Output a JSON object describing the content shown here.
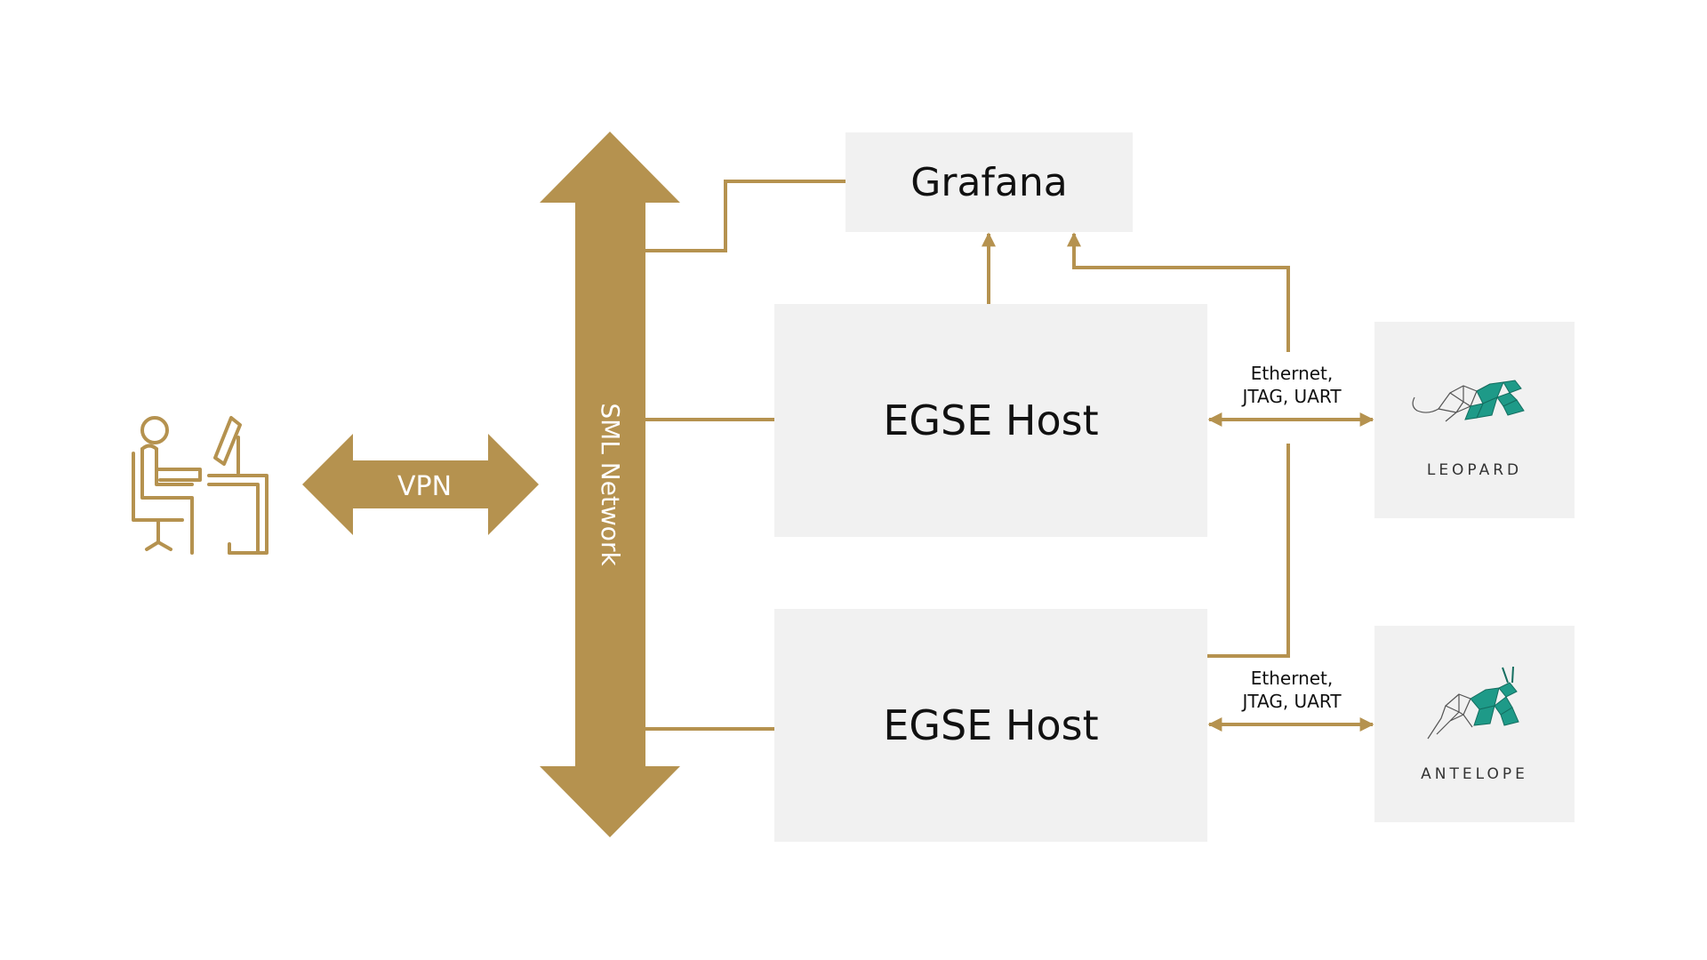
{
  "colors": {
    "accent": "#b5924f",
    "box_background": "#f1f1f1",
    "mascot_teal": "#1e9a88",
    "text": "#111111"
  },
  "diagram": {
    "operator": {
      "icon": "operator-at-workstation-icon"
    },
    "vpn": {
      "label": "VPN"
    },
    "network": {
      "label": "SML Network"
    },
    "grafana": {
      "label": "Grafana"
    },
    "hosts": [
      {
        "label": "EGSE Host"
      },
      {
        "label": "EGSE Host"
      }
    ],
    "connections": [
      {
        "label_line1": "Ethernet,",
        "label_line2": "JTAG, UART"
      },
      {
        "label_line1": "Ethernet,",
        "label_line2": "JTAG, UART"
      }
    ],
    "devices": [
      {
        "name": "LEOPARD",
        "icon": "leopard-icon"
      },
      {
        "name": "ANTELOPE",
        "icon": "antelope-icon"
      }
    ]
  }
}
